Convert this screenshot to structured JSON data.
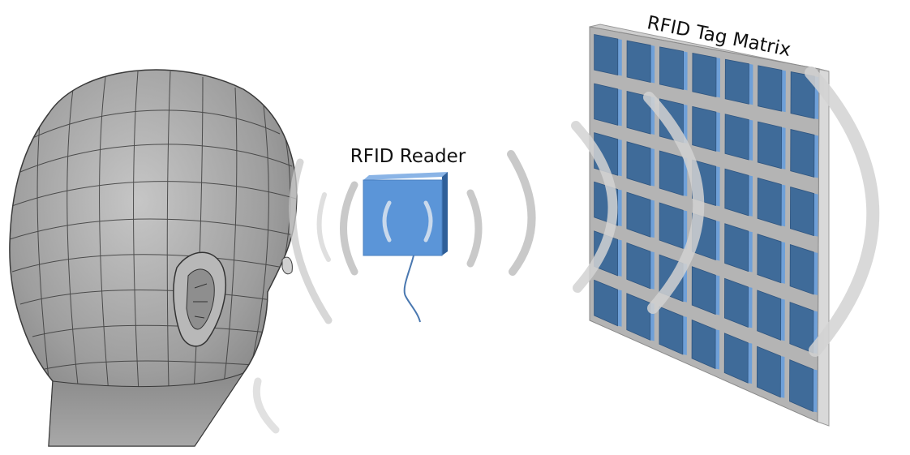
{
  "diagram": {
    "reader_label": "RFID Reader",
    "matrix_label": "RFID Tag Matrix",
    "matrix": {
      "rows": 6,
      "cols": 7
    }
  },
  "colors": {
    "tag": "#3f6b99",
    "tag_edge": "#6fa0d8",
    "reader": "#5b95d8",
    "reader_side": "#2f5f99",
    "board": "#b4b4b4",
    "head": "#9c9c9c",
    "wave": "#c9c9c9"
  }
}
